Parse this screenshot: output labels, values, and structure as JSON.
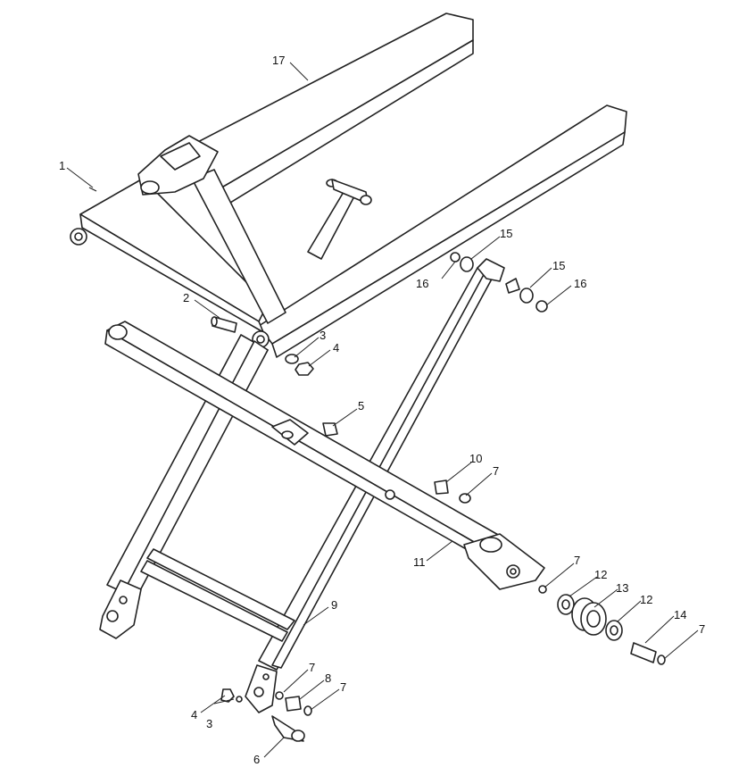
{
  "callouts": [
    {
      "id": "c1",
      "text": "1"
    },
    {
      "id": "c2",
      "text": "2"
    },
    {
      "id": "c3a",
      "text": "3"
    },
    {
      "id": "c4a",
      "text": "4"
    },
    {
      "id": "c5",
      "text": "5"
    },
    {
      "id": "c6",
      "text": "6"
    },
    {
      "id": "c7a",
      "text": "7"
    },
    {
      "id": "c7b",
      "text": "7"
    },
    {
      "id": "c7c",
      "text": "7"
    },
    {
      "id": "c7d",
      "text": "7"
    },
    {
      "id": "c7e",
      "text": "7"
    },
    {
      "id": "c8",
      "text": "8"
    },
    {
      "id": "c9",
      "text": "9"
    },
    {
      "id": "c10",
      "text": "10"
    },
    {
      "id": "c11",
      "text": "11"
    },
    {
      "id": "c12a",
      "text": "12"
    },
    {
      "id": "c12b",
      "text": "12"
    },
    {
      "id": "c13",
      "text": "13"
    },
    {
      "id": "c14",
      "text": "14"
    },
    {
      "id": "c15a",
      "text": "15"
    },
    {
      "id": "c15b",
      "text": "15"
    },
    {
      "id": "c16a",
      "text": "16"
    },
    {
      "id": "c16b",
      "text": "16"
    },
    {
      "id": "c17",
      "text": "17"
    },
    {
      "id": "c3b",
      "text": "3"
    },
    {
      "id": "c4b",
      "text": "4"
    }
  ]
}
